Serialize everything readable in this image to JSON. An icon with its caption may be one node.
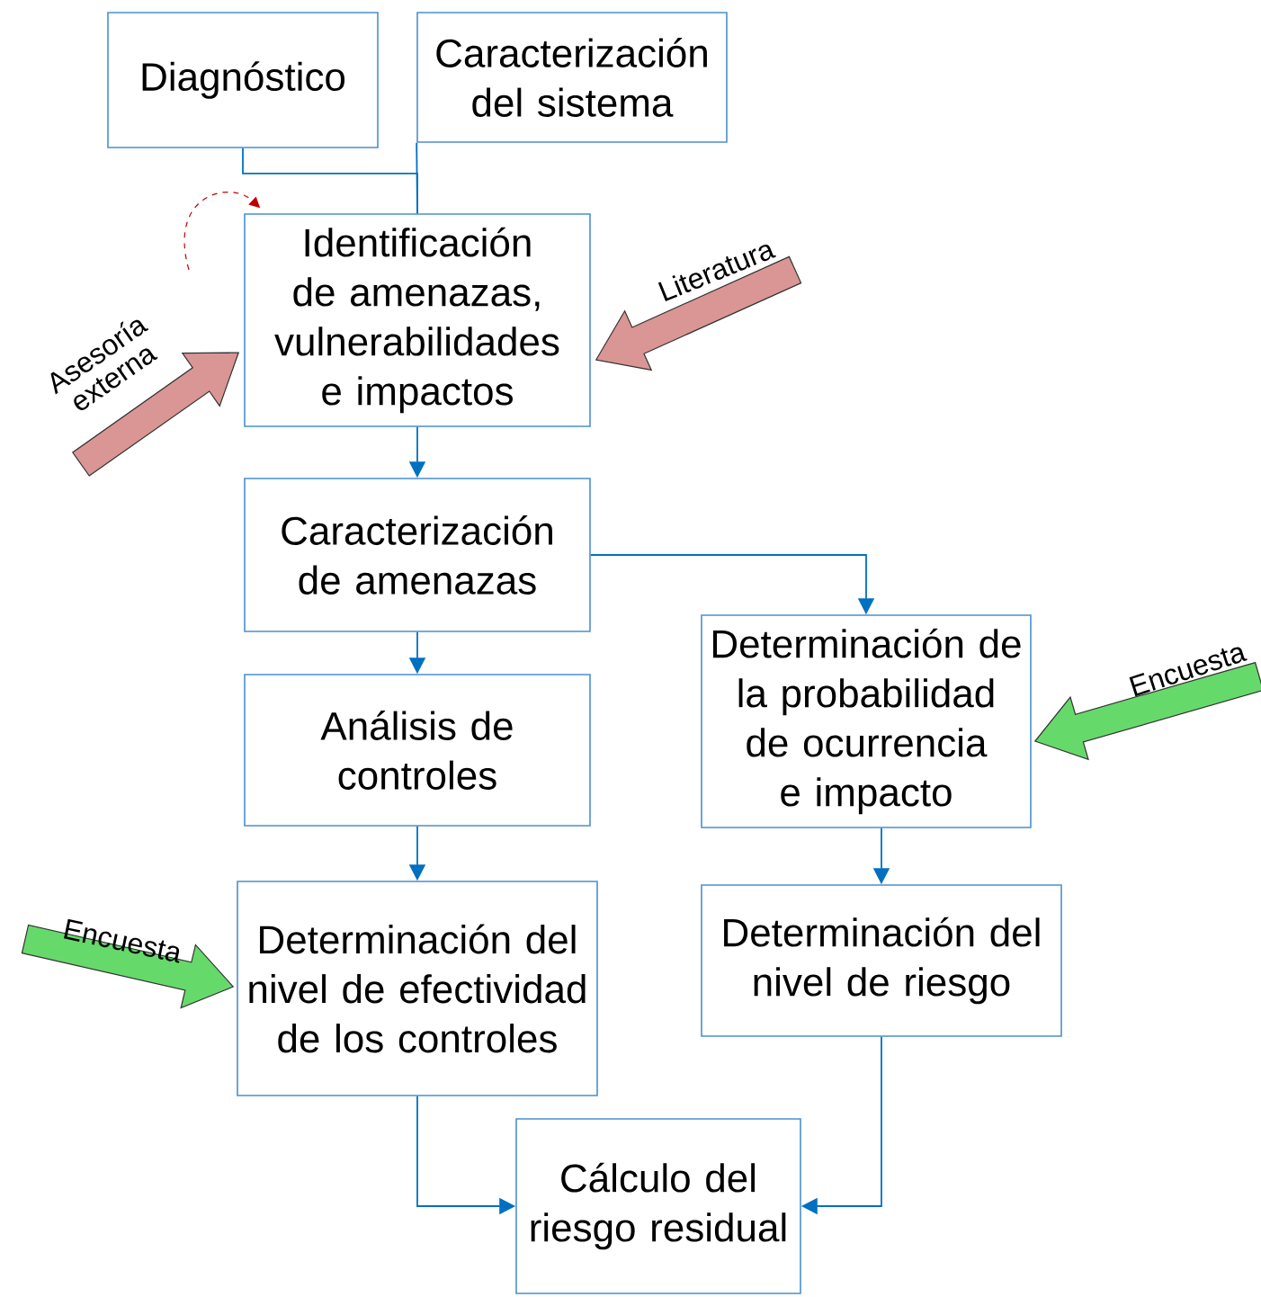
{
  "diagram": {
    "nodes": [
      {
        "text": [
          "Diagnóstico"
        ]
      },
      {
        "text": [
          "Caracterización del sistema"
        ]
      },
      {
        "text": [
          "Identificación de amenazas, vulnerabilidades e impactos"
        ]
      },
      {
        "text": [
          "Caracterización de amenazas"
        ]
      },
      {
        "text": [
          "Análisis de controles"
        ]
      },
      {
        "text": [
          "Determinación de la probabilidad de ocurrencia e impacto"
        ]
      },
      {
        "text": [
          "Determinación del nivel de efectividad de los controles"
        ]
      },
      {
        "text": [
          "Determinación del nivel de riesgo"
        ]
      },
      {
        "text": [
          "Cálculo del riesgo residual"
        ]
      }
    ],
    "edges": [
      {
        "from": 0,
        "to": 2,
        "arrow": "none"
      },
      {
        "from": 1,
        "to": 2,
        "arrow": "none"
      },
      {
        "from": null,
        "to": 2,
        "arrow": "to",
        "style": "dashed",
        "color": "#c00000"
      },
      {
        "from": null,
        "to": 2,
        "arrow": "to",
        "label": "Asesoría externa",
        "style": "thick",
        "color": "#d99694"
      },
      {
        "from": null,
        "to": 2,
        "arrow": "to",
        "label": "Literatura",
        "style": "thick",
        "color": "#d99694"
      },
      {
        "from": 2,
        "to": 3,
        "arrow": "to"
      },
      {
        "from": 3,
        "to": 4,
        "arrow": "to"
      },
      {
        "from": 3,
        "to": 5,
        "arrow": "to"
      },
      {
        "from": 4,
        "to": 6,
        "arrow": "to"
      },
      {
        "from": null,
        "to": 6,
        "arrow": "to",
        "label": "Encuesta",
        "style": "thick",
        "color": "#66d96b"
      },
      {
        "from": null,
        "to": 5,
        "arrow": "to",
        "label": "Encuesta",
        "style": "thick",
        "color": "#66d96b"
      },
      {
        "from": 5,
        "to": 7,
        "arrow": "to"
      },
      {
        "from": 6,
        "to": 8,
        "arrow": "to"
      },
      {
        "from": 7,
        "to": 8,
        "arrow": "to"
      }
    ]
  }
}
